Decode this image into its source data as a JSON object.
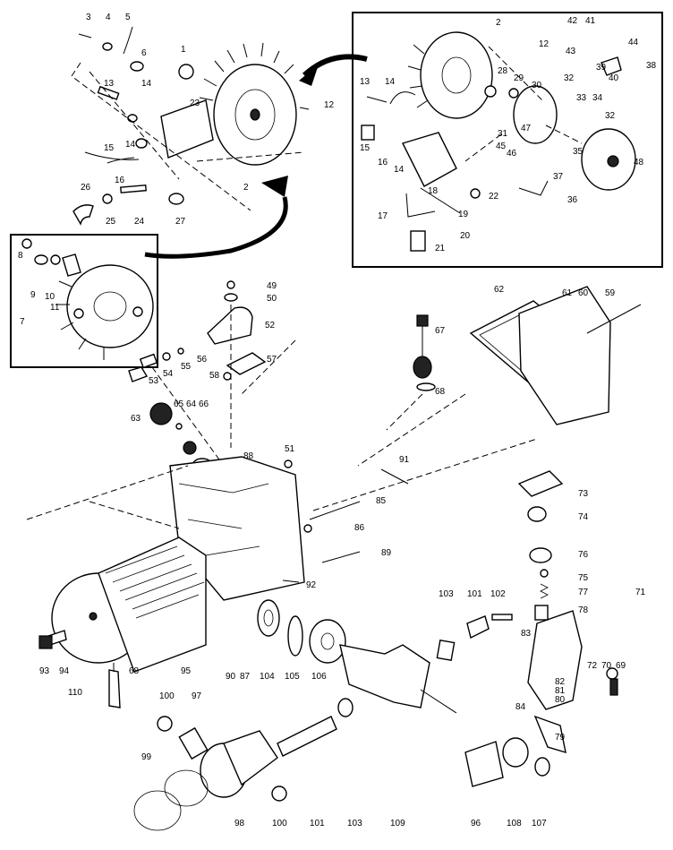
{
  "labels": [
    {
      "id": "3",
      "t": "3"
    },
    {
      "id": "4",
      "t": "4"
    },
    {
      "id": "5",
      "t": "5"
    },
    {
      "id": "6",
      "t": "6"
    },
    {
      "id": "1",
      "t": "1"
    },
    {
      "id": "13",
      "t": "13"
    },
    {
      "id": "14a",
      "t": "14"
    },
    {
      "id": "14b",
      "t": "14"
    },
    {
      "id": "23",
      "t": "23"
    },
    {
      "id": "12a",
      "t": "12"
    },
    {
      "id": "15",
      "t": "15"
    },
    {
      "id": "16",
      "t": "16"
    },
    {
      "id": "2a",
      "t": "2"
    },
    {
      "id": "26",
      "t": "26"
    },
    {
      "id": "25",
      "t": "25"
    },
    {
      "id": "24",
      "t": "24"
    },
    {
      "id": "27",
      "t": "27"
    },
    {
      "id": "i2",
      "t": "2"
    },
    {
      "id": "i12",
      "t": "12"
    },
    {
      "id": "i42",
      "t": "42"
    },
    {
      "id": "i41",
      "t": "41"
    },
    {
      "id": "i43",
      "t": "43"
    },
    {
      "id": "i44",
      "t": "44"
    },
    {
      "id": "i39",
      "t": "39"
    },
    {
      "id": "i40",
      "t": "40"
    },
    {
      "id": "i38",
      "t": "38"
    },
    {
      "id": "i28",
      "t": "28"
    },
    {
      "id": "i29",
      "t": "29"
    },
    {
      "id": "i30",
      "t": "30"
    },
    {
      "id": "i32a",
      "t": "32"
    },
    {
      "id": "i32b",
      "t": "32"
    },
    {
      "id": "i13",
      "t": "13"
    },
    {
      "id": "i14a",
      "t": "14"
    },
    {
      "id": "i31",
      "t": "31"
    },
    {
      "id": "i33",
      "t": "33"
    },
    {
      "id": "i34",
      "t": "34"
    },
    {
      "id": "i35",
      "t": "35"
    },
    {
      "id": "i15",
      "t": "15"
    },
    {
      "id": "i16",
      "t": "16"
    },
    {
      "id": "i14b",
      "t": "14"
    },
    {
      "id": "i45",
      "t": "45"
    },
    {
      "id": "i46",
      "t": "46"
    },
    {
      "id": "i47",
      "t": "47"
    },
    {
      "id": "i48",
      "t": "48"
    },
    {
      "id": "i18",
      "t": "18"
    },
    {
      "id": "i22",
      "t": "22"
    },
    {
      "id": "i37",
      "t": "37"
    },
    {
      "id": "i36",
      "t": "36"
    },
    {
      "id": "i17",
      "t": "17"
    },
    {
      "id": "i19",
      "t": "19"
    },
    {
      "id": "i20",
      "t": "20"
    },
    {
      "id": "i21",
      "t": "21"
    },
    {
      "id": "8",
      "t": "8"
    },
    {
      "id": "9",
      "t": "9"
    },
    {
      "id": "10",
      "t": "10"
    },
    {
      "id": "11",
      "t": "11"
    },
    {
      "id": "7",
      "t": "7"
    },
    {
      "id": "49",
      "t": "49"
    },
    {
      "id": "50",
      "t": "50"
    },
    {
      "id": "52",
      "t": "52"
    },
    {
      "id": "57",
      "t": "57"
    },
    {
      "id": "56",
      "t": "56"
    },
    {
      "id": "55",
      "t": "55"
    },
    {
      "id": "54",
      "t": "54"
    },
    {
      "id": "58",
      "t": "58"
    },
    {
      "id": "53",
      "t": "53"
    },
    {
      "id": "63",
      "t": "63"
    },
    {
      "id": "65",
      "t": "65"
    },
    {
      "id": "64",
      "t": "64"
    },
    {
      "id": "66",
      "t": "66"
    },
    {
      "id": "62",
      "t": "62"
    },
    {
      "id": "61",
      "t": "61"
    },
    {
      "id": "60",
      "t": "60"
    },
    {
      "id": "59",
      "t": "59"
    },
    {
      "id": "67",
      "t": "67"
    },
    {
      "id": "68",
      "t": "68"
    },
    {
      "id": "51",
      "t": "51"
    },
    {
      "id": "88",
      "t": "88"
    },
    {
      "id": "91",
      "t": "91"
    },
    {
      "id": "85",
      "t": "85"
    },
    {
      "id": "86",
      "t": "86"
    },
    {
      "id": "89",
      "t": "89"
    },
    {
      "id": "73",
      "t": "73"
    },
    {
      "id": "74",
      "t": "74"
    },
    {
      "id": "76",
      "t": "76"
    },
    {
      "id": "75",
      "t": "75"
    },
    {
      "id": "77",
      "t": "77"
    },
    {
      "id": "78",
      "t": "78"
    },
    {
      "id": "71",
      "t": "71"
    },
    {
      "id": "92",
      "t": "92"
    },
    {
      "id": "103a",
      "t": "103"
    },
    {
      "id": "101a",
      "t": "101"
    },
    {
      "id": "102",
      "t": "102"
    },
    {
      "id": "83",
      "t": "83"
    },
    {
      "id": "72",
      "t": "72"
    },
    {
      "id": "70",
      "t": "70"
    },
    {
      "id": "69",
      "t": "69"
    },
    {
      "id": "82",
      "t": "82"
    },
    {
      "id": "81",
      "t": "81"
    },
    {
      "id": "80",
      "t": "80"
    },
    {
      "id": "84",
      "t": "84"
    },
    {
      "id": "79",
      "t": "79"
    },
    {
      "id": "93",
      "t": "93"
    },
    {
      "id": "94",
      "t": "94"
    },
    {
      "id": "68b",
      "t": "68"
    },
    {
      "id": "95",
      "t": "95"
    },
    {
      "id": "90",
      "t": "90"
    },
    {
      "id": "87",
      "t": "87"
    },
    {
      "id": "104",
      "t": "104"
    },
    {
      "id": "105",
      "t": "105"
    },
    {
      "id": "106",
      "t": "106"
    },
    {
      "id": "110",
      "t": "110"
    },
    {
      "id": "100a",
      "t": "100"
    },
    {
      "id": "97",
      "t": "97"
    },
    {
      "id": "99",
      "t": "99"
    },
    {
      "id": "98",
      "t": "98"
    },
    {
      "id": "100b",
      "t": "100"
    },
    {
      "id": "101b",
      "t": "101"
    },
    {
      "id": "103b",
      "t": "103"
    },
    {
      "id": "109",
      "t": "109"
    },
    {
      "id": "96",
      "t": "96"
    },
    {
      "id": "108",
      "t": "108"
    },
    {
      "id": "107",
      "t": "107"
    }
  ]
}
